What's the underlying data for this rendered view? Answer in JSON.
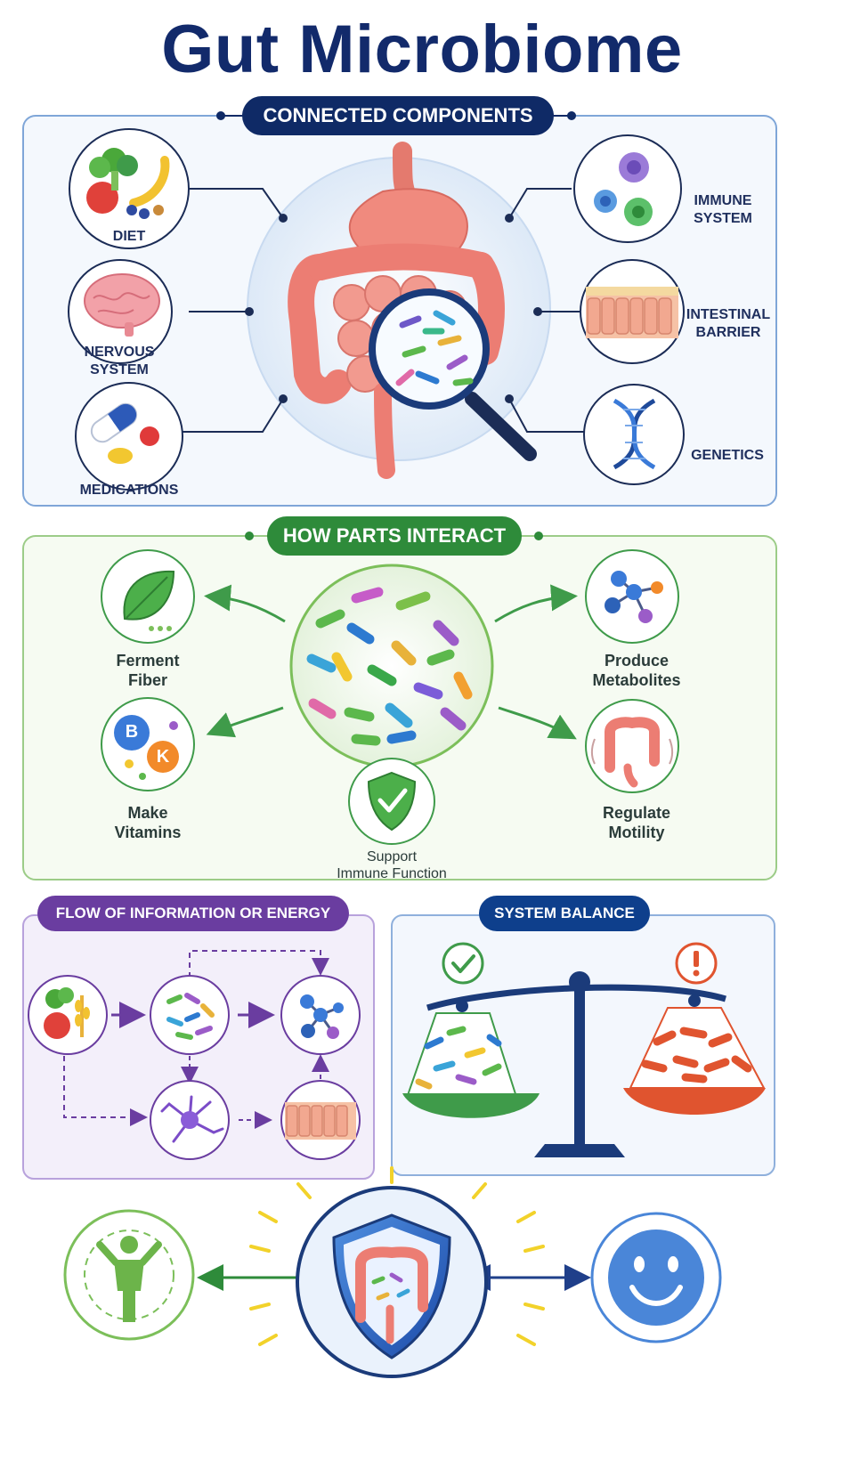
{
  "title": "Gut Microbiome",
  "sections": {
    "components": {
      "heading": "CONNECTED COMPONENTS",
      "left": [
        {
          "label": "DIET",
          "icon": "fruit-vegetable-icon"
        },
        {
          "label": "NERVOUS\nSYSTEM",
          "icon": "brain-icon"
        },
        {
          "label": "MEDICATIONS",
          "icon": "pill-capsule-icon"
        }
      ],
      "right": [
        {
          "label": "IMMUNE\nSYSTEM",
          "icon": "immune-cells-icon"
        },
        {
          "label": "INTESTINAL\nBARRIER",
          "icon": "intestinal-lining-icon"
        },
        {
          "label": "GENETICS",
          "icon": "dna-icon"
        }
      ]
    },
    "interact": {
      "heading": "HOW PARTS INTERACT",
      "items": [
        {
          "label": "Ferment\nFiber",
          "icon": "leaf-icon"
        },
        {
          "label": "Make\nVitamins",
          "icon": "vitamins-icon",
          "letters": [
            "B",
            "K"
          ]
        },
        {
          "label": "Produce\nMetabolites",
          "icon": "molecule-icon"
        },
        {
          "label": "Regulate\nMotility",
          "icon": "colon-icon"
        },
        {
          "label": "Support\nImmune Function",
          "icon": "shield-check-icon"
        }
      ]
    },
    "flow": {
      "heading": "FLOW OF INFORMATION OR ENERGY",
      "nodes": [
        "food-icon",
        "microbes-icon",
        "molecule-icon",
        "neuron-icon",
        "intestinal-lining-icon"
      ]
    },
    "balance": {
      "heading": "SYSTEM BALANCE",
      "left_state": "check-icon",
      "right_state": "warning-icon"
    },
    "outcome": {
      "icons": [
        "active-person-icon",
        "gut-shield-icon",
        "smiley-icon"
      ]
    }
  },
  "colors": {
    "navy": "#122a6b",
    "blue_pill": "#0f2a66",
    "green_pill": "#2e8b3a",
    "purple_pill": "#6a3da0",
    "balance_pill": "#0e3f8c",
    "green_accent": "#3f9b4a",
    "red_accent": "#e0542f"
  }
}
